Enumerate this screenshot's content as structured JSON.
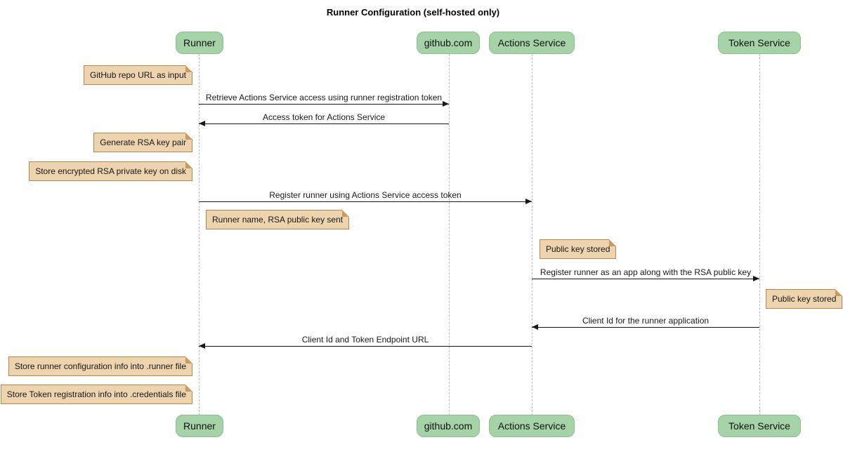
{
  "title": "Runner Configuration (self-hosted only)",
  "participants": [
    {
      "label": "Runner"
    },
    {
      "label": "github.com"
    },
    {
      "label": "Actions Service"
    },
    {
      "label": "Token Service"
    }
  ],
  "messages": [
    {
      "from": "Runner",
      "to": "github.com",
      "label": "Retrieve Actions Service access using runner registration token"
    },
    {
      "from": "github.com",
      "to": "Runner",
      "label": "Access token for Actions Service"
    },
    {
      "from": "Runner",
      "to": "Actions Service",
      "label": "Register runner using Actions Service access token"
    },
    {
      "from": "Actions Service",
      "to": "Token Service",
      "label": "Register runner as an app along with the RSA public key"
    },
    {
      "from": "Token Service",
      "to": "Actions Service",
      "label": "Client Id for the runner application"
    },
    {
      "from": "Actions Service",
      "to": "Runner",
      "label": "Client Id and Token Endpoint URL"
    }
  ],
  "notes": [
    {
      "target": "Runner",
      "side": "left",
      "text": "GitHub repo URL as input"
    },
    {
      "target": "Runner",
      "side": "left",
      "text": "Generate RSA key pair"
    },
    {
      "target": "Runner",
      "side": "left",
      "text": "Store encrypted RSA private key on disk"
    },
    {
      "target": "Runner",
      "side": "right",
      "text": "Runner name, RSA public key sent"
    },
    {
      "target": "Actions Service",
      "side": "right",
      "text": "Public key stored"
    },
    {
      "target": "Token Service",
      "side": "right",
      "text": "Public key stored"
    },
    {
      "target": "Runner",
      "side": "left",
      "text": "Store runner configuration info into .runner file"
    },
    {
      "target": "Runner",
      "side": "left",
      "text": "Store Token registration info into .credentials file"
    }
  ],
  "colors": {
    "background": "#FFFFFF",
    "participant_fill": "#A5D3A7",
    "participant_border": "#8CBF90",
    "note_fill": "#EDD3AE",
    "note_border": "#B5854F",
    "lifeline": "#BBBBBB",
    "arrow": "#181818",
    "text": "#181818"
  }
}
